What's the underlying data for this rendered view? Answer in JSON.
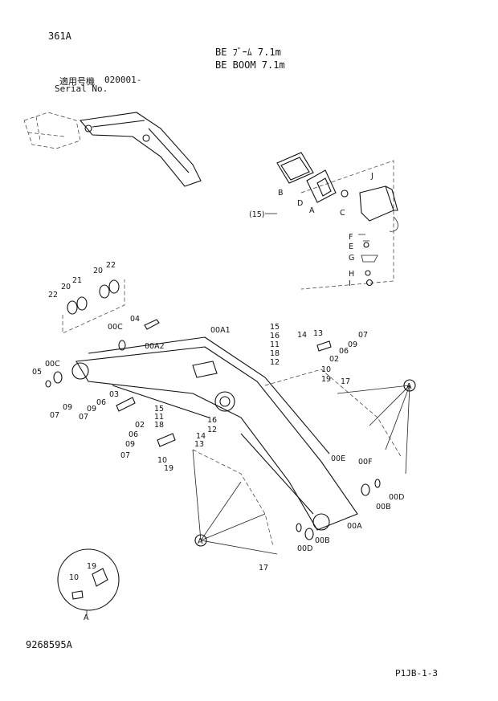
{
  "page": {
    "code": "361A",
    "drawing_no": "9268595A",
    "page_ref": "P1JB-1-3"
  },
  "title": {
    "jp": "BE ﾌﾞｰﾑ 7.1m",
    "en": "BE BOOM 7.1m"
  },
  "serial": {
    "label_jp": "適用号機",
    "label_en": "Serial No.",
    "value": "020001-"
  },
  "detail": {
    "ref": "A",
    "callouts": [
      "19",
      "10"
    ]
  },
  "lamp_group": {
    "ref": "(15)",
    "letters": [
      "B",
      "D",
      "A",
      "C",
      "J",
      "F",
      "E",
      "G",
      "H",
      "I"
    ]
  },
  "callouts": [
    "22",
    "20",
    "21",
    "20",
    "22",
    "04",
    "00C",
    "00A2",
    "00A1",
    "00C",
    "05",
    "09",
    "07",
    "03",
    "06",
    "09",
    "07",
    "15",
    "11",
    "18",
    "02",
    "06",
    "09",
    "07",
    "10",
    "19",
    "16",
    "12",
    "14",
    "13",
    "15",
    "16",
    "11",
    "18",
    "12",
    "14",
    "13",
    "07",
    "09",
    "06",
    "02",
    "10",
    "19",
    "17",
    "A",
    "A",
    "00E",
    "00F",
    "00D",
    "00B",
    "00A",
    "00D",
    "00B",
    "17"
  ]
}
